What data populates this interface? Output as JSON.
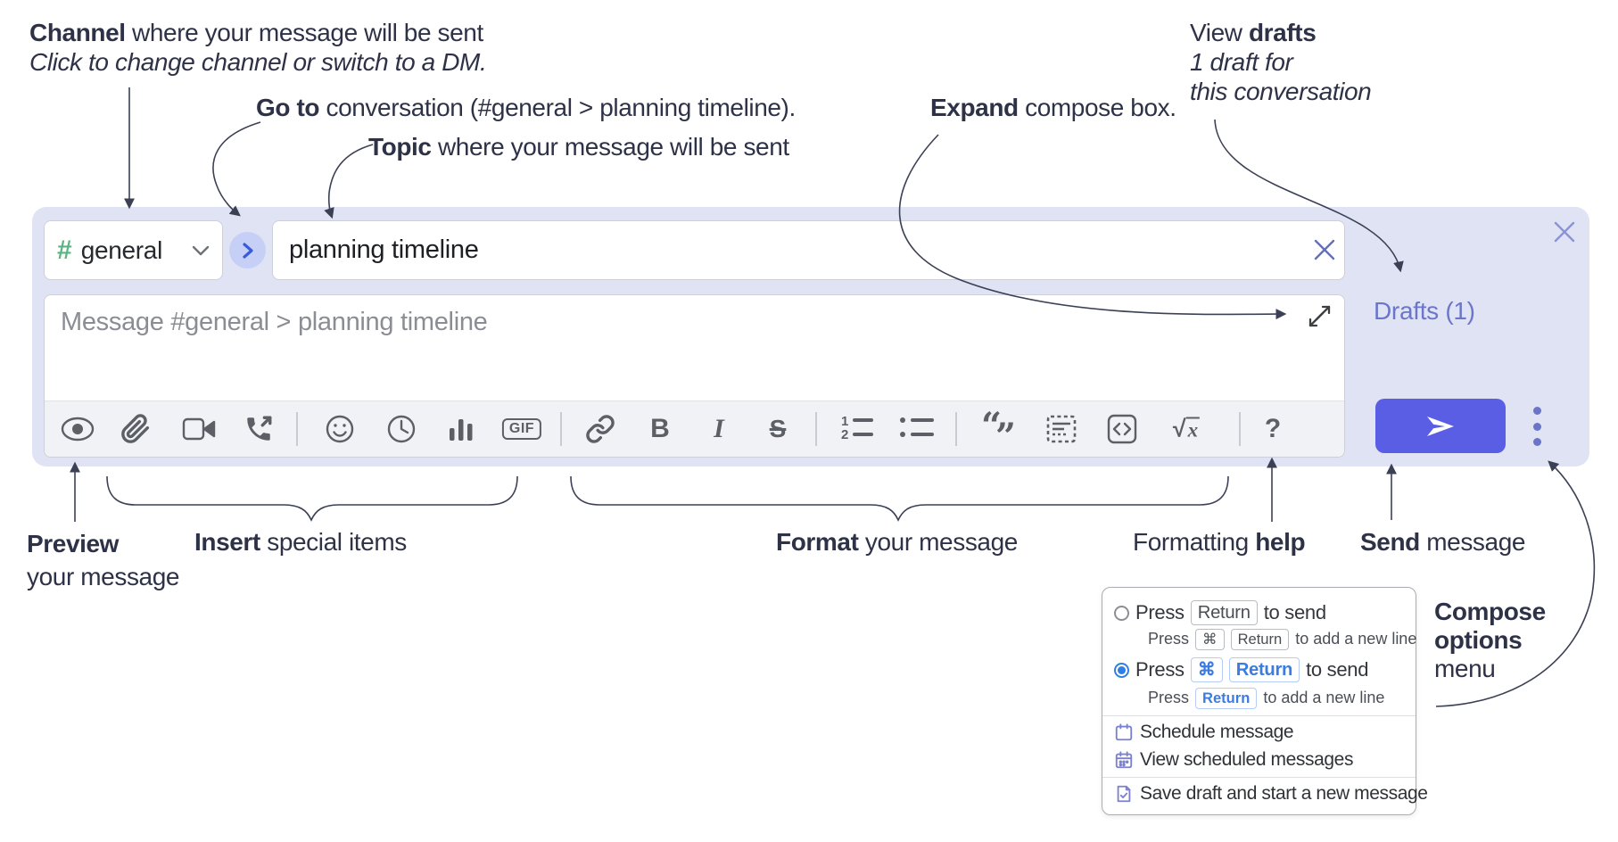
{
  "annotations": {
    "channel": {
      "bold": "Channel",
      "rest": " where your message will be sent",
      "sub": "Click to change channel or switch to a DM."
    },
    "goto": {
      "bold": "Go to",
      "rest": " conversation (#general > planning timeline)."
    },
    "topic": {
      "bold": "Topic",
      "rest": " where your message will be sent"
    },
    "expand": {
      "bold": "Expand",
      "rest": " compose box."
    },
    "view_drafts": {
      "lead": "View ",
      "bold": "drafts",
      "line2": "1 draft for",
      "line3": "this conversation"
    },
    "preview": {
      "bold": "Preview",
      "line2": "your message"
    },
    "insert": {
      "bold": "Insert",
      "rest": " special items"
    },
    "format": {
      "bold": "Format",
      "rest": " your message"
    },
    "formatting_help": {
      "lead": "Formatting ",
      "bold": "help"
    },
    "send": {
      "bold": "Send",
      "rest": " message"
    },
    "compose_options": {
      "line1": "Compose",
      "line2": "options",
      "line3": "menu"
    }
  },
  "compose": {
    "channel": {
      "hash": "#",
      "name": "general"
    },
    "topic_value": "planning timeline",
    "message_placeholder": "Message #general > planning timeline",
    "drafts_link": "Drafts (1)",
    "glyphs": {
      "bold": "B",
      "italic": "I",
      "strike": "S",
      "gif": "GIF",
      "math_root": "√",
      "math_var": "x",
      "help": "?",
      "quote_open": "“",
      "quote_close": "”",
      "ol1": "1",
      "ol2": "2"
    }
  },
  "options_menu": {
    "row1": {
      "press": "Press",
      "key": "Return",
      "after": "to send"
    },
    "row1_sub": {
      "press": "Press",
      "key1": "⌘",
      "key2": "Return",
      "after": "to add a new line"
    },
    "row2": {
      "press": "Press",
      "key1": "⌘",
      "key2": "Return",
      "after": "to send"
    },
    "row2_sub": {
      "press": "Press",
      "key": "Return",
      "after": "to add a new line"
    },
    "schedule": "Schedule message",
    "view_scheduled": "View scheduled messages",
    "save_draft": "Save draft and start a new message"
  },
  "colors": {
    "panel": "#e0e3f3",
    "send_button": "#5a5ee4",
    "drafts_link": "#6b76ca",
    "hash_green": "#58b583",
    "radio_blue": "#2f80e0",
    "kbd_blue": "#3b7ce2",
    "menu_icon_purple": "#7b80d2",
    "annotation_ink": "#2e3247"
  }
}
